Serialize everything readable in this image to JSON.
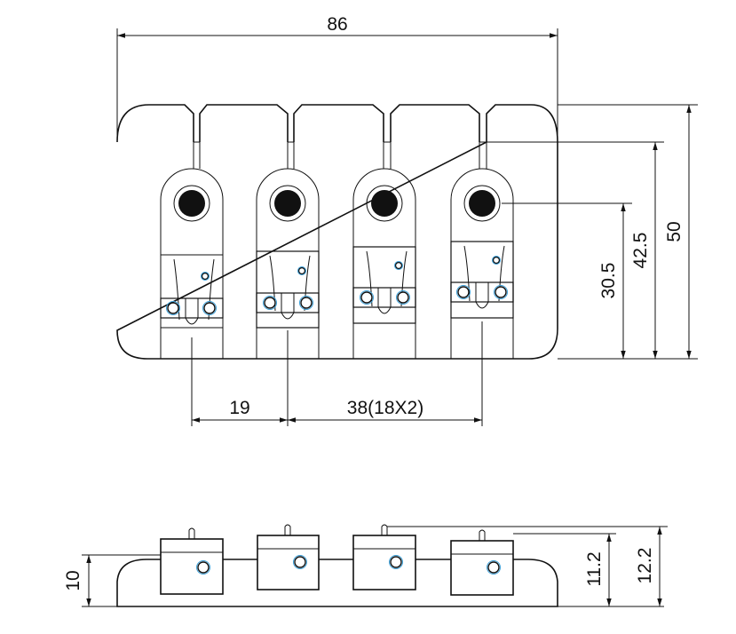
{
  "dimensions": {
    "overall_width": "86",
    "saddle_spacing_single": "19",
    "saddle_spacing_multiple": "38(18X2)",
    "hole_to_rear_height": "30.5",
    "slot_height": "42.5",
    "overall_depth": "50",
    "base_height": "10",
    "saddle_height_low": "11.2",
    "saddle_height_high": "12.2"
  },
  "colors": {
    "line": "#111111",
    "screw_accent": "#3a9fd8"
  },
  "icons": {
    "string_hole": "filled-circle",
    "screw": "ring-circle"
  }
}
